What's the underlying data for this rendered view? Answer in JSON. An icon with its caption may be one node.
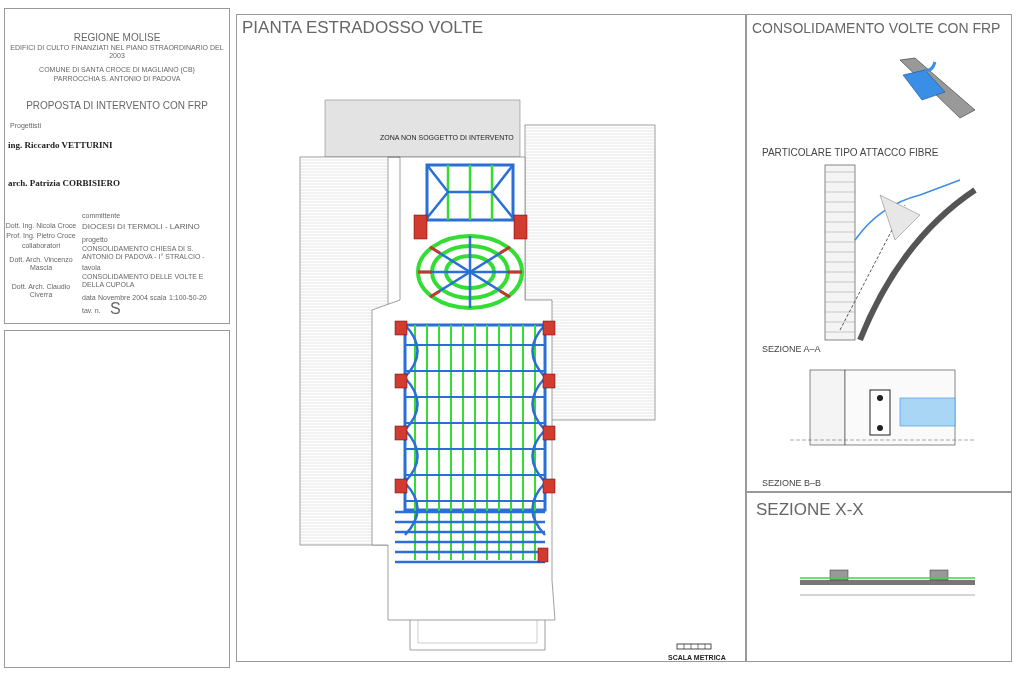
{
  "diagram": {
    "labels": [
      "REGIONE MOLISE",
      "EDIFICI DI CULTO FINANZIATI NEL PIANO STRAORDINARIO DEL 2003",
      "COMUNE DI SANTA CROCE DI MAGLIANO (CB)",
      "PARROCCHIA S. ANTONIO DI PADOVA",
      "PROPOSTA DI INTERVENTO CON FRP",
      "Progettisti",
      "ing. Riccardo VETTURINI",
      "arch. Patrizia CORBISIERO",
      "Dott. Ing. Nicola Croce",
      "Prof. Ing. Pietro Croce",
      "collaboratori",
      "Dott. Arch. Vincenzo Mascia",
      "Dott. Arch. Claudio Civerra",
      "committente",
      "DIOCESI DI TERMOLI - LARINO",
      "progetto",
      "CONSOLIDAMENTO CHIESA DI S. ANTONIO DI PADOVA - I° STRALCIO -",
      "tavola",
      "CONSOLIDAMENTO DELLE VOLTE E DELLA CUPOLA",
      "data",
      "Novembre 2004",
      "scala",
      "1:100-50-20",
      "tav. n.",
      "S",
      "PIANTA ESTRADOSSO VOLTE",
      "ZONA NON SOGGETTO DI INTERVENTO",
      "SCALA METRICA",
      "CONSOLIDAMENTO VOLTE CON FRP",
      "PARTICOLARE TIPO ATTACCO FIBRE",
      "SEZIONE A–A",
      "SEZIONE B–B",
      "SEZIONE X-X"
    ]
  }
}
